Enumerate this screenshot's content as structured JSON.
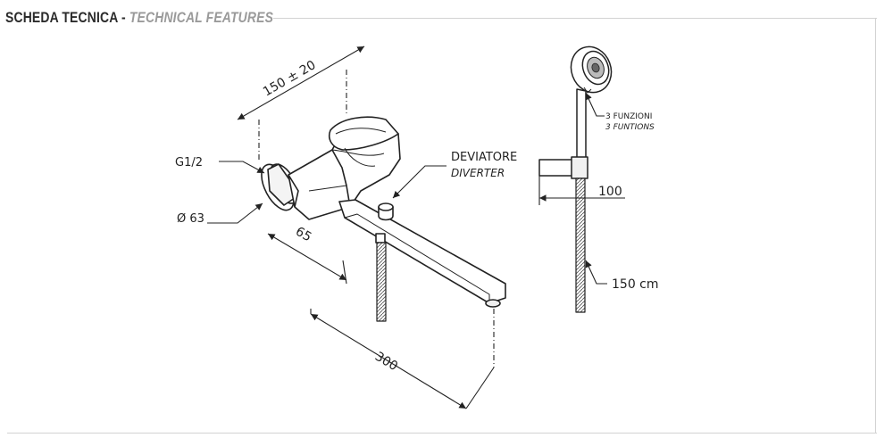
{
  "header": {
    "title_it": "SCHEDA TECNICA",
    "separator": " - ",
    "title_en": "TECHNICAL FEATURES"
  },
  "mixer": {
    "connection_label": "G1/2",
    "flange_diameter_label": "Ø 63",
    "width_dimension": "150 ± 20",
    "depth_dimension": "65",
    "spout_length": "300",
    "diverter_label_it": "DEVIATORE",
    "diverter_label_en": "DIVERTER"
  },
  "shower": {
    "functions_label_it": "3 FUNZIONI",
    "functions_label_en": "3 FUNTIONS",
    "bracket_dimension": "100",
    "hose_length": "150 cm"
  }
}
